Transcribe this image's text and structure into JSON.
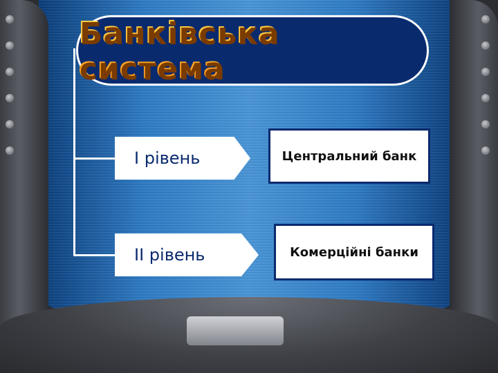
{
  "slide": {
    "title": "Банківська система"
  },
  "levels": [
    {
      "label": "I рівень",
      "bank": "Центральний банк"
    },
    {
      "label": "II рівень",
      "bank": "Комерційні банки"
    }
  ],
  "colors": {
    "title_fill": "#f5a623",
    "title_box": "#0a2a6e",
    "background": "#2f7cc6",
    "box_border": "#0a2a6e"
  }
}
